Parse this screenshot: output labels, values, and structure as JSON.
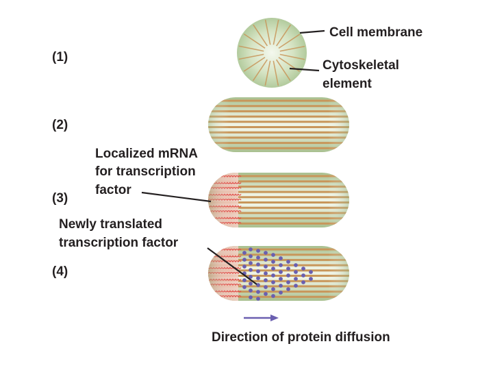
{
  "steps": [
    {
      "id": "1",
      "label": "(1)"
    },
    {
      "id": "2",
      "label": "(2)"
    },
    {
      "id": "3",
      "label": "(3)"
    },
    {
      "id": "4",
      "label": "(4)"
    }
  ],
  "labels": {
    "cell_membrane": "Cell membrane",
    "cytoskeletal_line1": "Cytoskeletal",
    "cytoskeletal_line2": "element",
    "mrna_line1": "Localized mRNA",
    "mrna_line2": "for transcription",
    "mrna_line3": "factor",
    "tf_line1": "Newly translated",
    "tf_line2": "transcription factor",
    "diffusion": "Direction of protein diffusion"
  },
  "colors": {
    "cell_fill": "#c9dcb5",
    "cell_center": "#f2f6e9",
    "cytoskeleton": "#c8965a",
    "mrna": "#e0504a",
    "mrna_region": "#e8b6a8",
    "protein": "#6a5fb0",
    "arrow": "#6a5fb0",
    "text": "#231f20"
  }
}
